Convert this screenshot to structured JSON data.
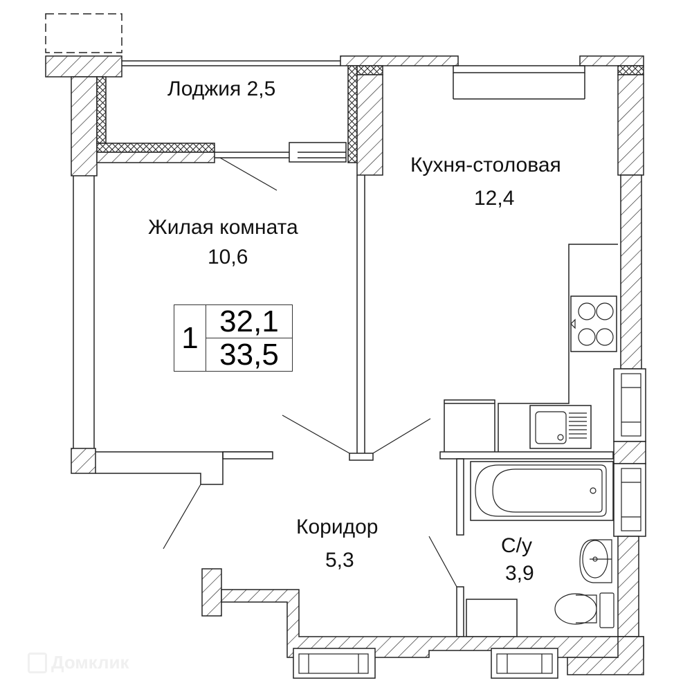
{
  "plan": {
    "type": "floor-plan",
    "rooms": [
      {
        "id": "loggia",
        "name": "Лоджия 2,5",
        "area": "2,5"
      },
      {
        "id": "living",
        "name": "Жилая комната",
        "area": "10,6"
      },
      {
        "id": "kitchen",
        "name": "Кухня-столовая",
        "area": "12,4"
      },
      {
        "id": "corridor",
        "name": "Коридор",
        "area": "5,3"
      },
      {
        "id": "bathroom",
        "name": "С/у",
        "area": "3,9"
      }
    ],
    "summary": {
      "room_count": "1",
      "living_area": "32,1",
      "total_area": "33,5"
    },
    "fixtures": [
      "stove-4-burner",
      "sink-with-drainboard",
      "fridge",
      "bathtub",
      "washbasin",
      "toilet",
      "washing-machine",
      "radiators"
    ],
    "colors": {
      "line": "#222222",
      "background": "#ffffff",
      "watermark": "#f0f0f0"
    }
  },
  "watermark": {
    "text": "Домклик"
  }
}
